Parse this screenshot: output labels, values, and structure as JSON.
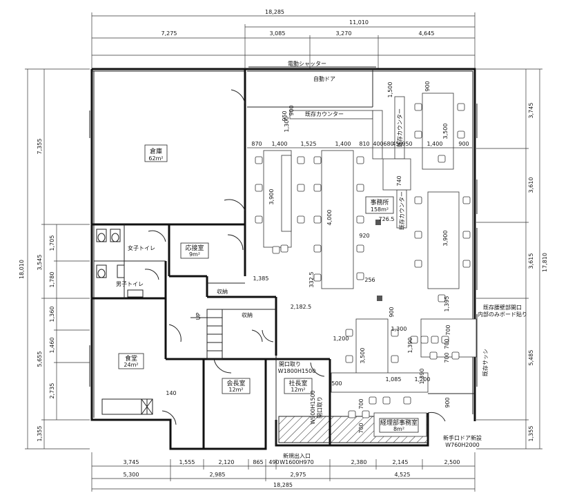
{
  "dims": {
    "top_total": "18,285",
    "top_right_total": "11,010",
    "top_seg1": "7,275",
    "top_seg2": "3,085",
    "top_seg3": "3,270",
    "top_seg4": "4,645",
    "bottom_total": "18,285",
    "bottom_row1": [
      "3,745",
      "1,555",
      "2,120",
      "865",
      "490",
      "2,380",
      "2,145",
      "2,500"
    ],
    "bottom_row2": [
      "5,300",
      "2,985",
      "2,975",
      "4,525"
    ],
    "left_total": "18,010",
    "left_outer": [
      "7,355",
      "3,545",
      "5,655",
      "1,355"
    ],
    "left_inner": [
      "1,705",
      "1,780",
      "1,360",
      "1,460",
      "2,735"
    ],
    "right_total": "17,810",
    "right_outer": [
      "3,745",
      "3,610",
      "3,615",
      "5,485",
      "1,355"
    ],
    "office_row": [
      "870",
      "1,400",
      "1,525",
      "1,400",
      "810",
      "400",
      "680",
      "450",
      "950",
      "1,400",
      "900"
    ],
    "misc": [
      "1,500",
      "900",
      "1,300",
      "900",
      "950",
      "3,500",
      "3,900",
      "4,000",
      "740",
      "726.5",
      "920",
      "3,900",
      "1,395",
      "332.5",
      "256",
      "2,182.5",
      "900",
      "1,390",
      "1,300",
      "1,200",
      "3,500",
      "700",
      "700",
      "700",
      "1,085",
      "1,200",
      "1,390",
      "500",
      "700",
      "700",
      "900",
      "140"
    ]
  },
  "labels": {
    "shutter": "電動シャッター",
    "auto_door": "自動ドア",
    "counter_top": "既存カウンター",
    "counter_side": "既存カウンター",
    "counter_mid": "既存カウンター",
    "warehouse": "倉庫",
    "warehouse_area": "62m²",
    "office": "事務所",
    "office_area": "158m²",
    "womens_toilet": "女子トイレ",
    "mens_toilet": "男子トイレ",
    "reception": "応接室",
    "reception_area": "9m²",
    "storage1": "収納",
    "storage2": "収納",
    "up": "UP",
    "cafeteria": "食堂",
    "cafeteria_area": "24m²",
    "chairman": "会長室",
    "chairman_area": "12m²",
    "president": "社長室",
    "president_area": "12m²",
    "opening1_a": "開口取り",
    "opening1_b": "W1800H1500",
    "opening2_a": "W900H1500",
    "opening2_b": "開口取り",
    "side_opening_a": "既存腰壁部開口",
    "side_opening_b": "内部のみボード貼り",
    "existing_sash": "既存サッシ",
    "new_door": "新規出入口",
    "new_door_size": "W1600H970",
    "sales_room": "経理部事務室",
    "sales_room_area": "8m²",
    "door_new": "新手口ドア新設",
    "door_new_size": "W760H2000"
  }
}
